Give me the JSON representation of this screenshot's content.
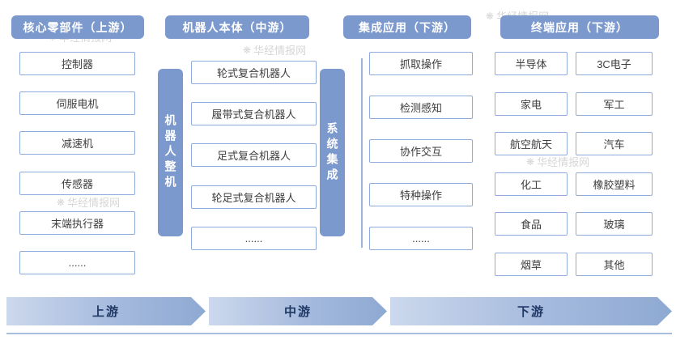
{
  "columns": [
    {
      "header": "核心零部件（上游）",
      "items": [
        "控制器",
        "伺服电机",
        "减速机",
        "传感器",
        "末端执行器",
        "......"
      ]
    },
    {
      "header": "机器人本体（中游）",
      "side_label": "机器人整机",
      "items": [
        "轮式复合机器人",
        "履带式复合机器人",
        "足式复合机器人",
        "轮足式复合机器人",
        "......"
      ]
    },
    {
      "header": "集成应用（下游）",
      "side_label": "系统集成",
      "items": [
        "抓取操作",
        "检测感知",
        "协作交互",
        "特种操作",
        "......"
      ]
    },
    {
      "header": "终端应用（下游）",
      "items_left": [
        "半导体",
        "家电",
        "航空航天",
        "化工",
        "食品",
        "烟草"
      ],
      "items_right": [
        "3C电子",
        "军工",
        "汽车",
        "橡胶塑料",
        "玻璃",
        "其他"
      ]
    }
  ],
  "footer": {
    "arrows": [
      "上游",
      "中游",
      "下游"
    ]
  },
  "watermark": {
    "text": "华经情报网"
  },
  "colors": {
    "header_bg": "#7C99CE",
    "box_border": "#8FAADC",
    "arrow_gradient_start": "#CCD8EC",
    "arrow_gradient_end": "#8EA9D2",
    "arrow_text": "#1F3864"
  }
}
